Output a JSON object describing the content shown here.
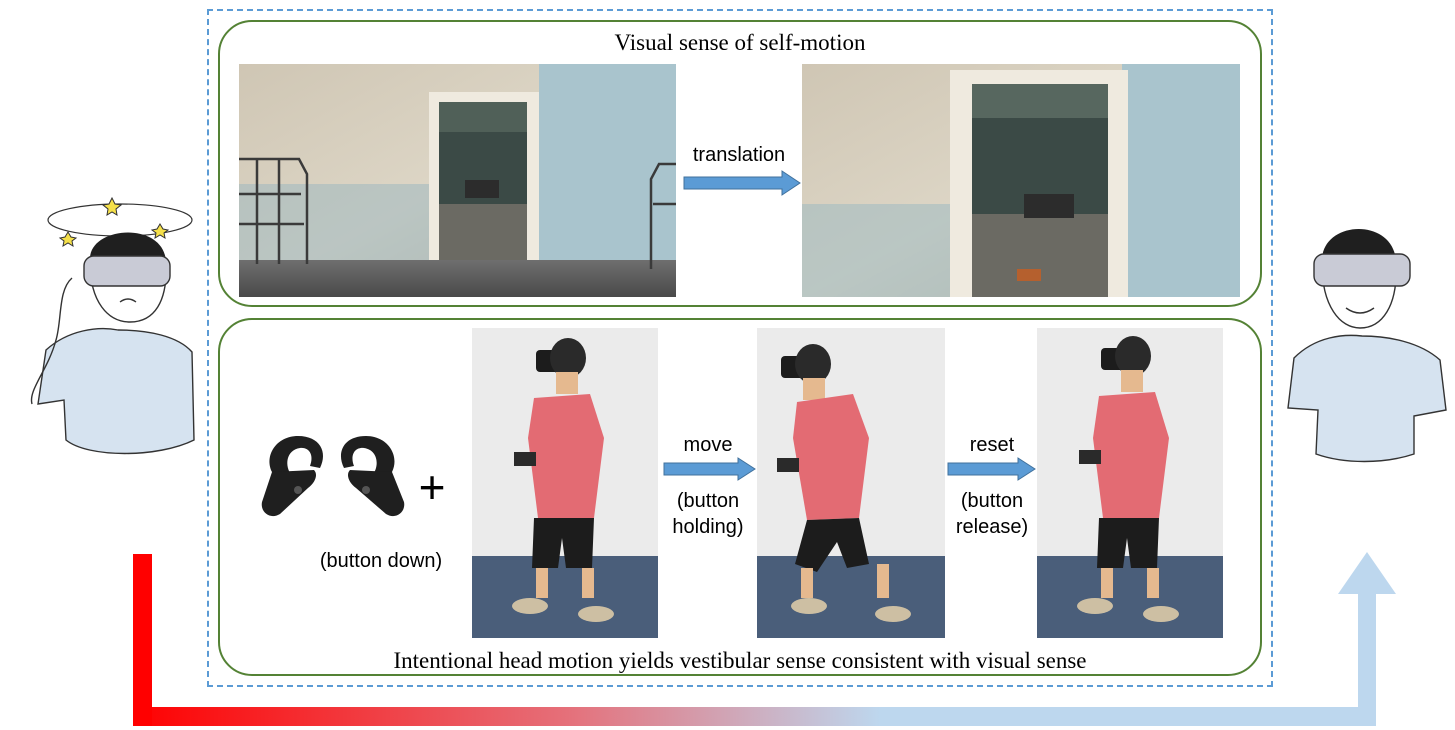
{
  "top_panel": {
    "title": "Visual sense of self-motion",
    "arrow_label": "translation"
  },
  "bottom_panel": {
    "caption": "Intentional head motion yields vestibular sense consistent with visual sense",
    "plus_sign": "+",
    "controller_label": "(button down)",
    "move": {
      "label": "move",
      "sub_line1": "(button",
      "sub_line2": "holding)"
    },
    "reset": {
      "label": "reset",
      "sub_line1": "(button",
      "sub_line2": "release)"
    }
  },
  "colors": {
    "dashed_frame": "#5b9bd5",
    "panel_border": "#548235",
    "arrow_fill": "#5b9bd5",
    "feedback_start": "#ff0000",
    "feedback_end": "#bdd7ee",
    "shirt": "#d6e3f0"
  },
  "icons": [
    "dizzy-user-icon",
    "happy-user-icon",
    "vr-controllers-icon"
  ]
}
